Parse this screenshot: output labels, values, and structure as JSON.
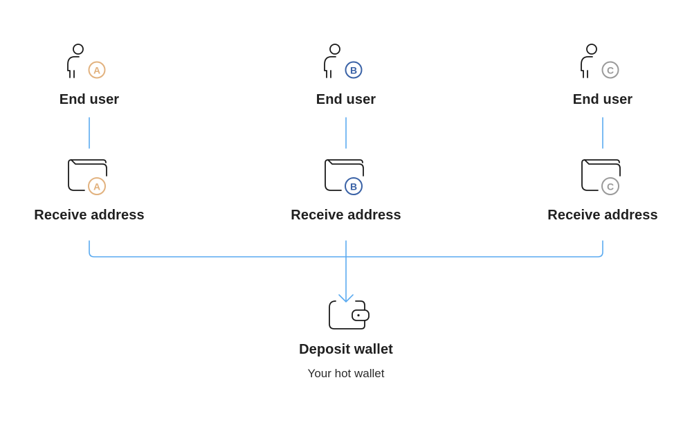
{
  "colors": {
    "connector": "#5aaaf0",
    "icon_stroke": "#1a1a1a",
    "label_text": "#1f1f1f",
    "badge_a": "#e2b27f",
    "badge_b": "#3a62a6",
    "badge_c": "#9a9a9a"
  },
  "users": [
    {
      "user_label": "End user",
      "address_label": "Receive address",
      "badge": "A"
    },
    {
      "user_label": "End user",
      "address_label": "Receive address",
      "badge": "B"
    },
    {
      "user_label": "End user",
      "address_label": "Receive address",
      "badge": "C"
    }
  ],
  "icons": {
    "user": "person-icon",
    "address": "receive-address-wallet-icon",
    "deposit": "deposit-wallet-icon"
  },
  "deposit": {
    "title": "Deposit wallet",
    "subtitle": "Your hot wallet"
  }
}
